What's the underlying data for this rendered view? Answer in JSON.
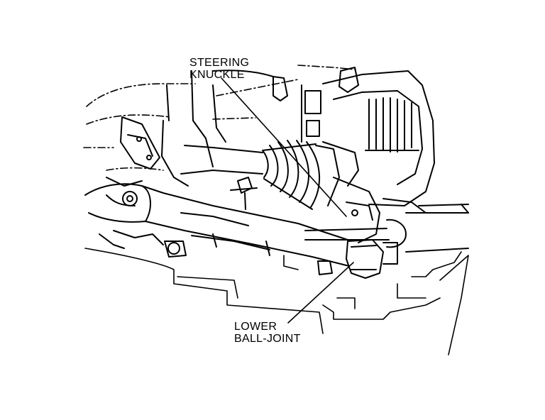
{
  "labels": {
    "steering_knuckle": {
      "line1": "STEERING",
      "line2": "KNUCKLE"
    },
    "lower_ball_joint": {
      "line1": "LOWER",
      "line2": "BALL-JOINT"
    }
  },
  "colors": {
    "line": "#000000",
    "background": "#ffffff"
  }
}
